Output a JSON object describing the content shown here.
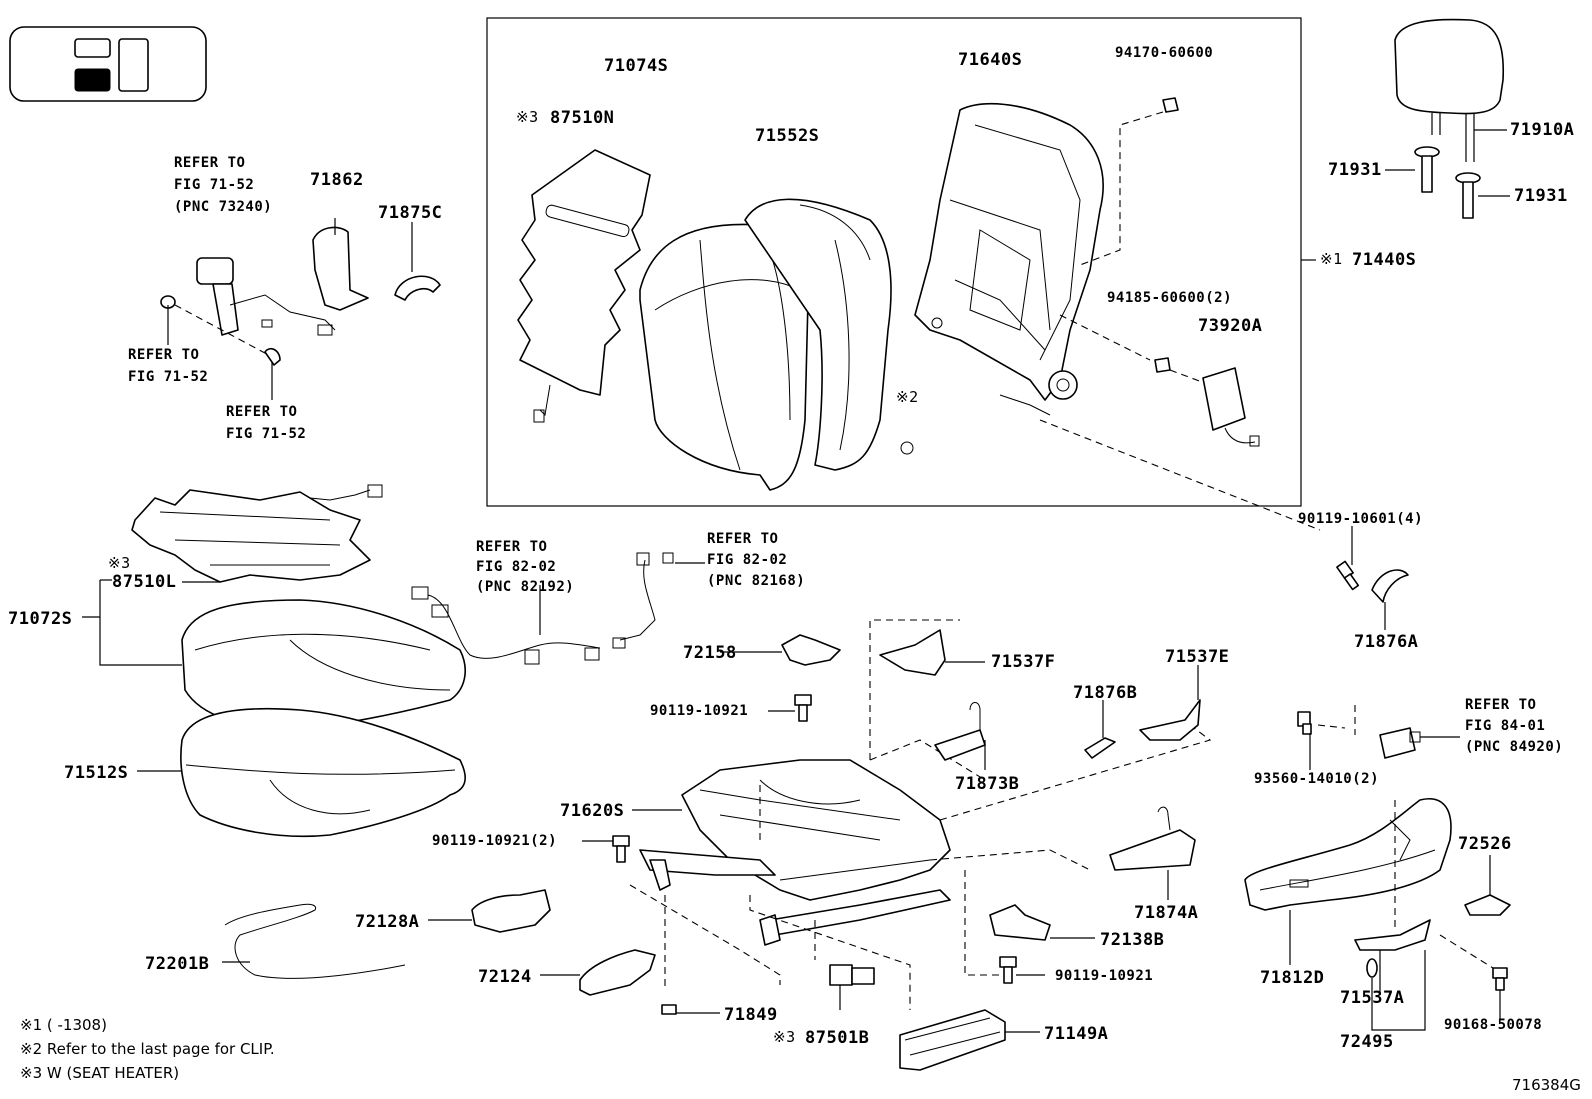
{
  "labels": {
    "p71074S": "71074S",
    "p87510N": "87510N",
    "p87510N_mark": "※3",
    "p71552S": "71552S",
    "p71640S": "71640S",
    "p94170": "94170-60600",
    "p94185": "94185-60600(2)",
    "p73920A": "73920A",
    "p71440S": "71440S",
    "p71440S_mark": "※1",
    "mark2": "※2",
    "p71910A": "71910A",
    "p71931a": "71931",
    "p71931b": "71931",
    "p71862": "71862",
    "p71875C": "71875C",
    "ref1_l1": "REFER TO",
    "ref1_l2": "FIG 71-52",
    "ref1_l3": "(PNC 73240)",
    "ref2_l1": "REFER TO",
    "ref2_l2": "FIG 71-52",
    "ref3_l1": "REFER TO",
    "ref3_l2": "FIG 71-52",
    "p87510L": "87510L",
    "p87510L_mark": "※3",
    "p71072S": "71072S",
    "p71512S": "71512S",
    "ref4_l1": "REFER TO",
    "ref4_l2": "FIG 82-02",
    "ref4_l3": "(PNC 82192)",
    "ref5_l1": "REFER TO",
    "ref5_l2": "FIG 82-02",
    "ref5_l3": "(PNC 82168)",
    "p90119_10601": "90119-10601(4)",
    "p71876A": "71876A",
    "p72158": "72158",
    "p71537F": "71537F",
    "p71537E": "71537E",
    "p71876B": "71876B",
    "p90119_10921a": "90119-10921",
    "p71873B": "71873B",
    "p71620S": "71620S",
    "p90119_10921_2": "90119-10921(2)",
    "ref6_l1": "REFER TO",
    "ref6_l2": "FIG 84-01",
    "ref6_l3": "(PNC 84920)",
    "p93560": "93560-14010(2)",
    "p72526": "72526",
    "p71874A": "71874A",
    "p72138B": "72138B",
    "p90119_10921b": "90119-10921",
    "p72128A": "72128A",
    "p72201B": "72201B",
    "p72124": "72124",
    "p71849": "71849",
    "p87501B": "87501B",
    "p87501B_mark": "※3",
    "p71149A": "71149A",
    "p71812D": "71812D",
    "p71537A": "71537A",
    "p72495": "72495",
    "p90168": "90168-50078"
  },
  "notes": {
    "n1": "※1 (       -1308)",
    "n2": "※2 Refer to the last page for CLIP.",
    "n3": "※3 W (SEAT HEATER)"
  },
  "figure_id": "716384G"
}
